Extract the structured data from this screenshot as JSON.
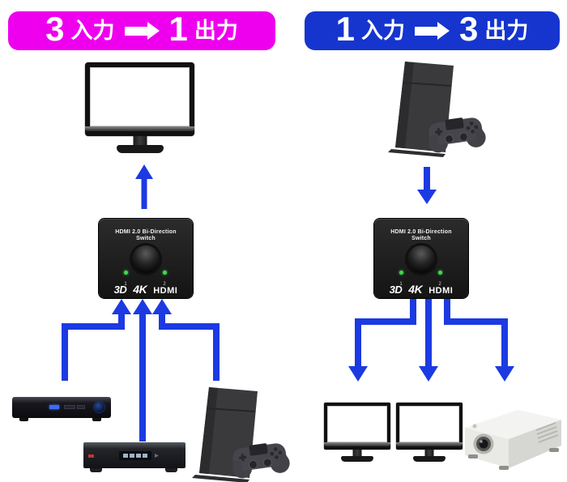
{
  "page": {
    "background": "#ffffff"
  },
  "left_diagram": {
    "header": {
      "num_in": "3",
      "in_label": "入力",
      "num_out": "1",
      "out_label": "出力",
      "bg": "#ee00ee"
    },
    "output_device": "tv-monitor",
    "input_devices": [
      "blu-ray-player",
      "bd-recorder",
      "ps4-console"
    ]
  },
  "right_diagram": {
    "header": {
      "num_in": "1",
      "in_label": "入力",
      "num_out": "3",
      "out_label": "出力",
      "bg": "#1535ce"
    },
    "input_device": "ps4-console",
    "output_devices": [
      "monitor",
      "monitor",
      "projector"
    ]
  },
  "switch_device": {
    "title_line1": "HDMI 2.0 Bi-Direction",
    "title_line2": "Switch",
    "port_labels": [
      "1",
      "2"
    ],
    "logos": [
      "3D",
      "4K",
      "HDMI"
    ]
  },
  "colors": {
    "header_magenta": "#ee00ee",
    "header_blue": "#1535ce",
    "arrow_blue": "#1c3ae2",
    "led_green": "#3ddd4e"
  }
}
